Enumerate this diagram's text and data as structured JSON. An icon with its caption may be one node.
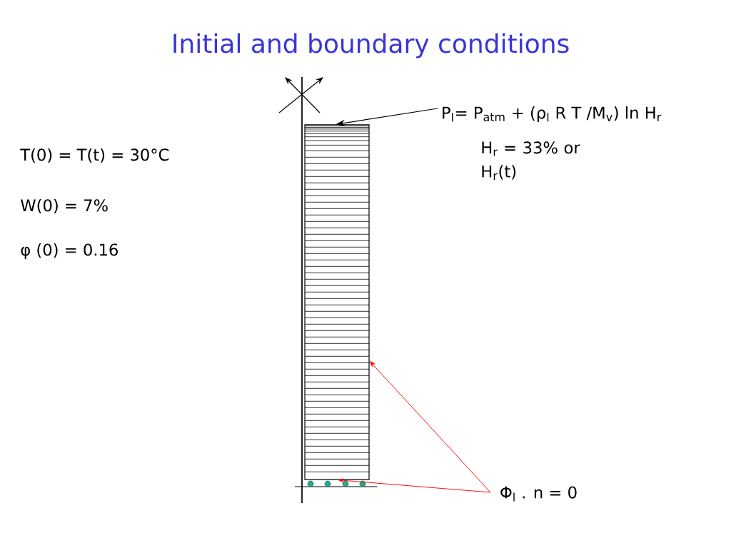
{
  "diagram": {
    "title": "Initial and boundary conditions",
    "nodes": [
      {
        "text": [
          "P$_{l}$= P$_{atm}$ + (ρ$_{l}$ R T /M$_{v}$) ln H$_{r}$"
        ],
        "beside": [
          "H$_{r}$ = 33% or H$_{r}$(t)"
        ]
      },
      {
        "text": [],
        "shape": "box"
      },
      {
        "text": [
          "Φ$_{l}$ . n = 0"
        ]
      }
    ],
    "edges": [
      {
        "from": 0,
        "to": 1,
        "arrow": "to",
        "color": "#000000"
      },
      {
        "from": 2,
        "to": 1,
        "arrow": "to",
        "color": "#ff0000"
      },
      {
        "from": 2,
        "to": 1,
        "arrow": "to",
        "color": "#ff0000"
      }
    ],
    "labels": [
      "T(0) = T(t) = 30°C",
      "W(0) = 7%",
      "φ (0) = 0.16"
    ]
  }
}
